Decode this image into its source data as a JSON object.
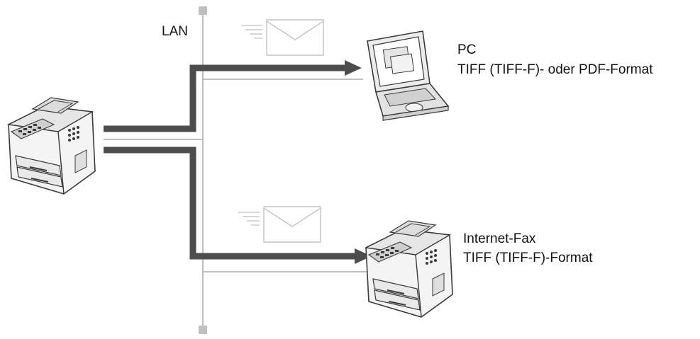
{
  "labels": {
    "lan": "LAN",
    "pc_title": "PC",
    "pc_format": "TIFF (TIFF-F)- oder PDF-Format",
    "ifax_title": "Internet-Fax",
    "ifax_format": "TIFF (TIFF-F)-Format"
  },
  "colors": {
    "lan_line": "#bdbdbd",
    "lan_terminator": "#bfbfbf",
    "arrow": "#4d4d4d",
    "envelope_stroke": "#c8c8c8",
    "device_stroke": "#3a3a3a"
  },
  "icons": {
    "source_device": "fax-machine-icon",
    "pc": "laptop-icon",
    "internet_fax": "fax-machine-icon",
    "mail": "envelope-icon"
  }
}
